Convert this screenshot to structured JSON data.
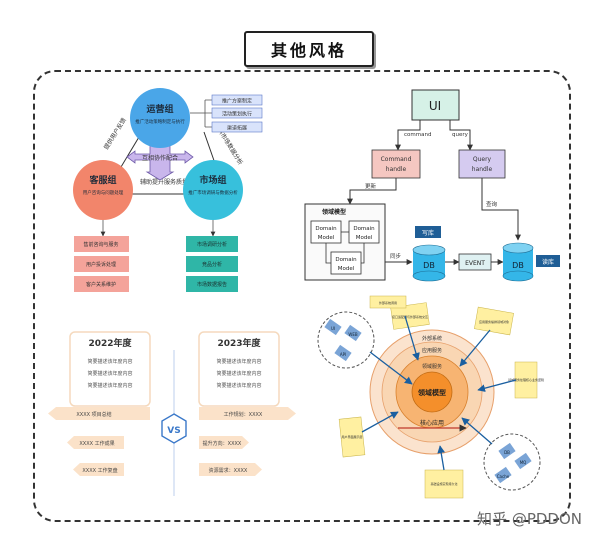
{
  "title": "其他风格",
  "watermark": "知乎 @PDDON",
  "org": {
    "ops": "运营组",
    "ops_sub": "推广活动策略制定与执行",
    "customer": "客服组",
    "customer_sub": "用户咨询与问题处理",
    "market": "市场组",
    "market_sub": "推广市场调研与数据分析",
    "center": "互相协作配合",
    "edge_top_left": "提供用户反馈",
    "edge_top_right": "提供市场数据分析",
    "edge_bottom": "辅助提升服务质量",
    "ops_items": [
      "推广方案制定",
      "活动策划执行",
      "渠道拓展"
    ],
    "customer_items": [
      "售前咨询与服务",
      "用户投诉处理",
      "客户关系维护"
    ],
    "market_items": [
      "市场调研分析",
      "竞品分析",
      "市场数据报告"
    ]
  },
  "cqrs": {
    "ui": "UI",
    "command": "command",
    "query": "query",
    "command_handle": [
      "Command",
      "handle"
    ],
    "query_handle": [
      "Query",
      "handle"
    ],
    "domain_title": "领域模型",
    "domain_model": [
      "Domain",
      "Model"
    ],
    "db": "DB",
    "event": "EVENT",
    "write": "写库",
    "read": "读库",
    "arrow_write": "更新",
    "arrow_read": "查询",
    "arrow_sync": "同步"
  },
  "compare": {
    "left_year": "2022年度",
    "right_year": "2023年度",
    "vs": "VS",
    "left_lines": [
      "简要描述该年度内容",
      "简要描述该年度内容",
      "简要描述该年度内容"
    ],
    "right_lines": [
      "简要描述该年度内容",
      "简要描述该年度内容",
      "简要描述该年度内容"
    ],
    "left_tags": [
      "XXXX 项目总结",
      "XXXX 工作成果",
      "XXXX 工作复盘"
    ],
    "right_tags": [
      "工作规划：XXXX",
      "提升方向：XXXX",
      "资源需求：XXXX"
    ]
  },
  "onion": {
    "outer": "外部系统",
    "mid": "应用服务",
    "inner": "领域服务",
    "core": "领域模型",
    "band": "核心应用",
    "notes": [
      "接口适配器与外部系统交互",
      "应用服务编排领域对象",
      "领域服务处理核心业务逻辑",
      "基础设施实现持久化",
      "用户界面展示层",
      "外部系统调用"
    ],
    "left_nodes": [
      "UI",
      "WEB",
      "API"
    ],
    "right_nodes": [
      "DB",
      "MQ",
      "Cache"
    ]
  },
  "colors": {
    "ops": "#4aa6e8",
    "customer": "#f2856b",
    "market": "#37c0dc",
    "center": "#c9b6ec",
    "item_red": "#f4a39a",
    "item_teal": "#2fb6a7",
    "ui_green": "#d6f1e7",
    "cmd_pink": "#f5c7c1",
    "query_purple": "#d5cbf0",
    "db_blue": "#34b6e8",
    "event_green": "#dff1f2",
    "note_yellow": "#fff0a1",
    "onion_outer": "#fbe3ce",
    "onion_mid": "#f9d6b3",
    "onion_inner": "#f7b472",
    "onion_core": "#f48f2b",
    "year_orange": "#f08a2d"
  }
}
